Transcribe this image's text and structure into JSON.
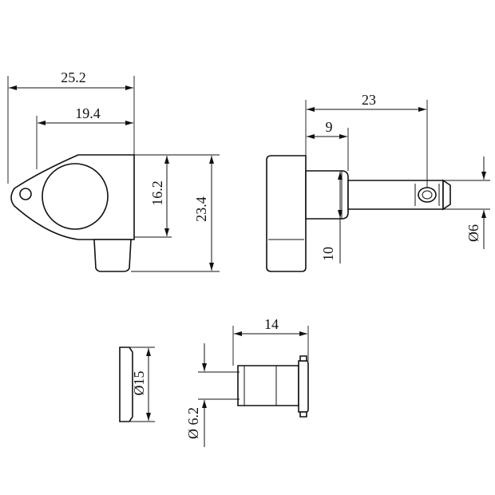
{
  "dimensions": {
    "top_width": "25.2",
    "mid_width": "19.4",
    "housing_height": "16.2",
    "total_height": "23.4",
    "shaft_length": "23",
    "collar_length": "9",
    "collar_diameter": "10",
    "shaft_diameter": "Ø6",
    "washer_diameter": "Ø15",
    "bushing_length": "14",
    "bushing_bore": "Ø 6.2"
  }
}
